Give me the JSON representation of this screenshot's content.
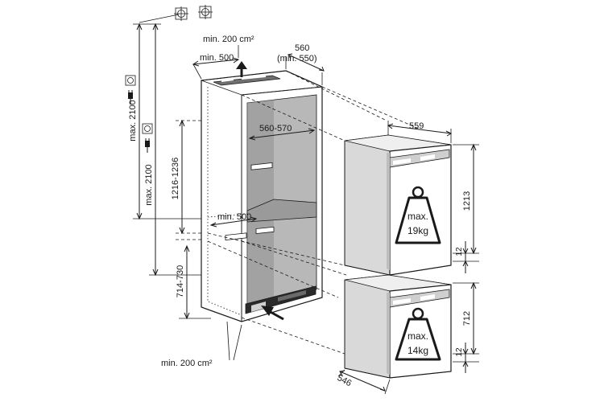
{
  "colors": {
    "line": "#1a1a1a",
    "niche_interior": "#b8b8b8",
    "niche_shadow": "#8f8f8f",
    "appliance_face": "#ffffff",
    "appliance_shadow": "#d9d9d9"
  },
  "icons": [
    "socket-icon",
    "plug-icon",
    "arrow-up-icon",
    "arrow-left-icon",
    "weight-icon"
  ],
  "dimensions": {
    "vent_top_area": "min. 200 cm²",
    "vent_top_depth": "min. 500",
    "niche_depth": "560",
    "niche_depth_min": "(min. 550)",
    "niche_width": "560-570",
    "shelf_depth": "min. 500",
    "niche_height_upper": "1216-1236",
    "niche_height_lower": "714-730",
    "max_height_outer": "max. 2100",
    "max_height_inner": "max. 2100",
    "vent_bottom_area": "min. 200 cm²",
    "upper_width": "559",
    "upper_height": "1213",
    "upper_gap": "12",
    "lower_height": "712",
    "lower_gap": "12",
    "lower_width": "546"
  },
  "weights": {
    "upper_line1": "max.",
    "upper_line2": "19kg",
    "lower_line1": "max.",
    "lower_line2": "14kg"
  }
}
